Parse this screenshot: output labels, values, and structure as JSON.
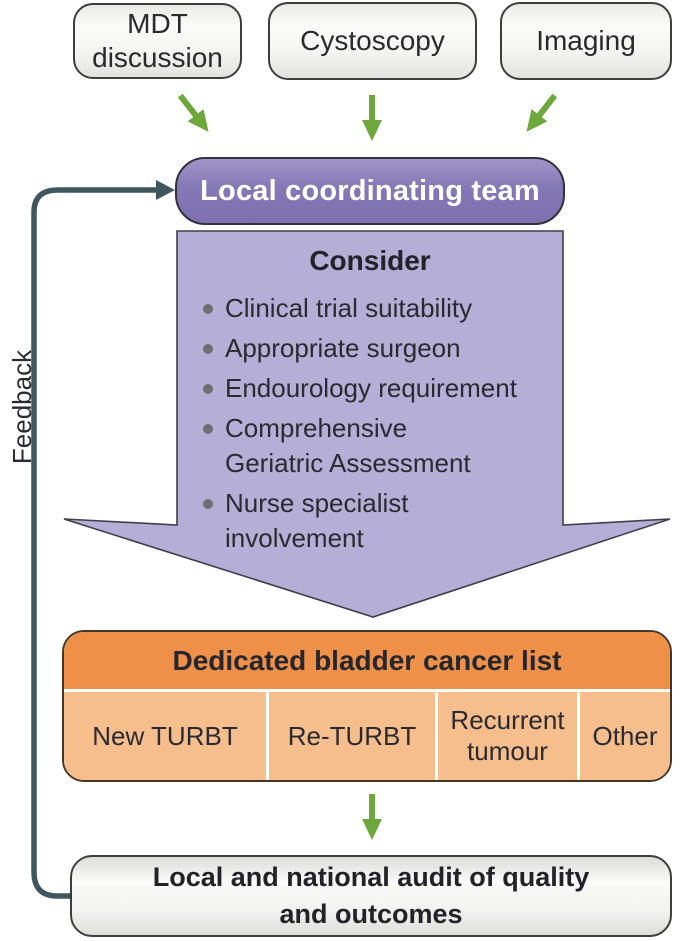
{
  "figure": {
    "inputs": [
      {
        "label": "MDT\ndiscussion"
      },
      {
        "label": "Cystoscopy"
      },
      {
        "label": "Imaging"
      }
    ],
    "coordinator": {
      "label": "Local coordinating team"
    },
    "consider": {
      "heading": "Consider",
      "items": [
        "Clinical trial suitability",
        "Appropriate surgeon",
        "Endourology requirement",
        "Comprehensive\nGeriatric Assessment",
        "Nurse specialist\ninvolvement"
      ]
    },
    "list": {
      "header": "Dedicated bladder cancer list",
      "cells": [
        "New TURBT",
        "Re-TURBT",
        "Recurrent\ntumour",
        "Other"
      ]
    },
    "audit": {
      "label": "Local and national audit of quality\nand outcomes"
    },
    "feedback": {
      "label": "Feedback"
    },
    "colors": {
      "pill_purple": "#8478b6",
      "arrow_lavender": "#b5aed6",
      "orange_header": "#ef9049",
      "orange_cell": "#f6bd8d",
      "green_arrow": "#6ea83c",
      "teal_feedback": "#40565f"
    }
  }
}
